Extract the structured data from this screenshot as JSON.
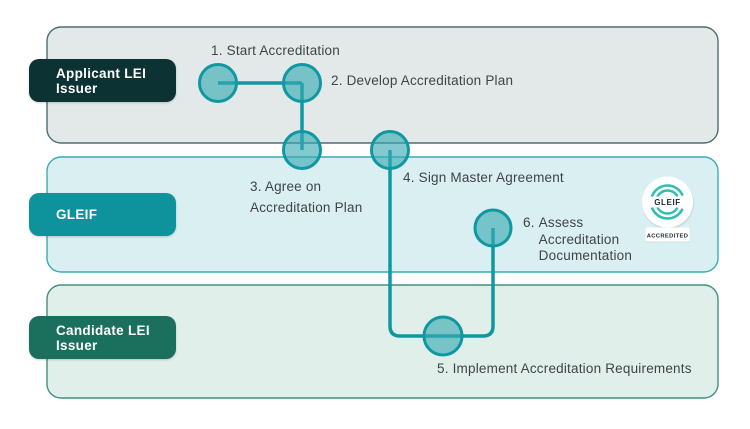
{
  "lanes": [
    {
      "label": "Applicant LEI Issuer"
    },
    {
      "label": "GLEIF"
    },
    {
      "label": "Candidate LEI Issuer"
    }
  ],
  "steps": [
    {
      "text": "1. Start Accreditation"
    },
    {
      "text": "2. Develop Accreditation Plan"
    },
    {
      "line1": "3. Agree on",
      "line2": "Accreditation Plan"
    },
    {
      "text": "4. Sign Master Agreement"
    },
    {
      "text": "5. Implement Accreditation Requirements"
    },
    {
      "num": "6.",
      "line1": "Assess",
      "line2": "Accreditation",
      "line3": "Documentation"
    }
  ],
  "badge": {
    "logo_text": "GLEIF",
    "ribbon_text": "ACCREDITED"
  },
  "colors": {
    "lane_applicant_fill": "#e3e9e8",
    "lane_applicant_border": "#4c6e72",
    "lane_gleif_fill": "#daeff1",
    "lane_gleif_border": "#3aacb4",
    "lane_candidate_fill": "#e1efeb",
    "lane_candidate_border": "#42907f",
    "label_applicant_bg": "#0d3233",
    "label_gleif_bg": "#0e939c",
    "label_candidate_bg": "#1a705d",
    "node_fill": "#35aab2",
    "node_stroke": "#0f98a2",
    "connector": "#0f98a2",
    "badge_arc": "#2fbfb0",
    "badge_text": "#1b2830",
    "step_text": "#3f4447"
  }
}
